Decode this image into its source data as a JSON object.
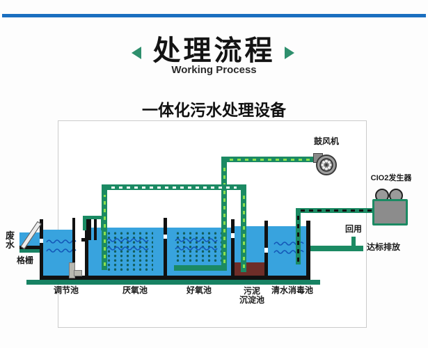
{
  "header": {
    "title": "处理流程",
    "subtitle": "Working Process",
    "device_title": "一体化污水处理设备"
  },
  "diagram": {
    "source_label": "废水",
    "screen_label": "格栅",
    "blower_label": "鼓风机",
    "generator_label": "CIO2发生器",
    "reuse_label": "回用",
    "discharge_label": "达标排放",
    "tanks": [
      {
        "name": "调节池"
      },
      {
        "name": "厌氧池"
      },
      {
        "name": "好氧池"
      },
      {
        "name": "污泥",
        "name2": "沉淀池"
      },
      {
        "name": "清水消毒池"
      }
    ]
  },
  "colors": {
    "accent_blue": "#1a6fc0",
    "pipe_teal": "#1b8a63",
    "ground_teal": "#178263",
    "water_blue": "#38a3de",
    "wave_blue": "#1458b8",
    "media_dot_teal": "#135f5e",
    "sludge_brown": "#6e2d28",
    "triangle_green": "#2e8f6d"
  }
}
